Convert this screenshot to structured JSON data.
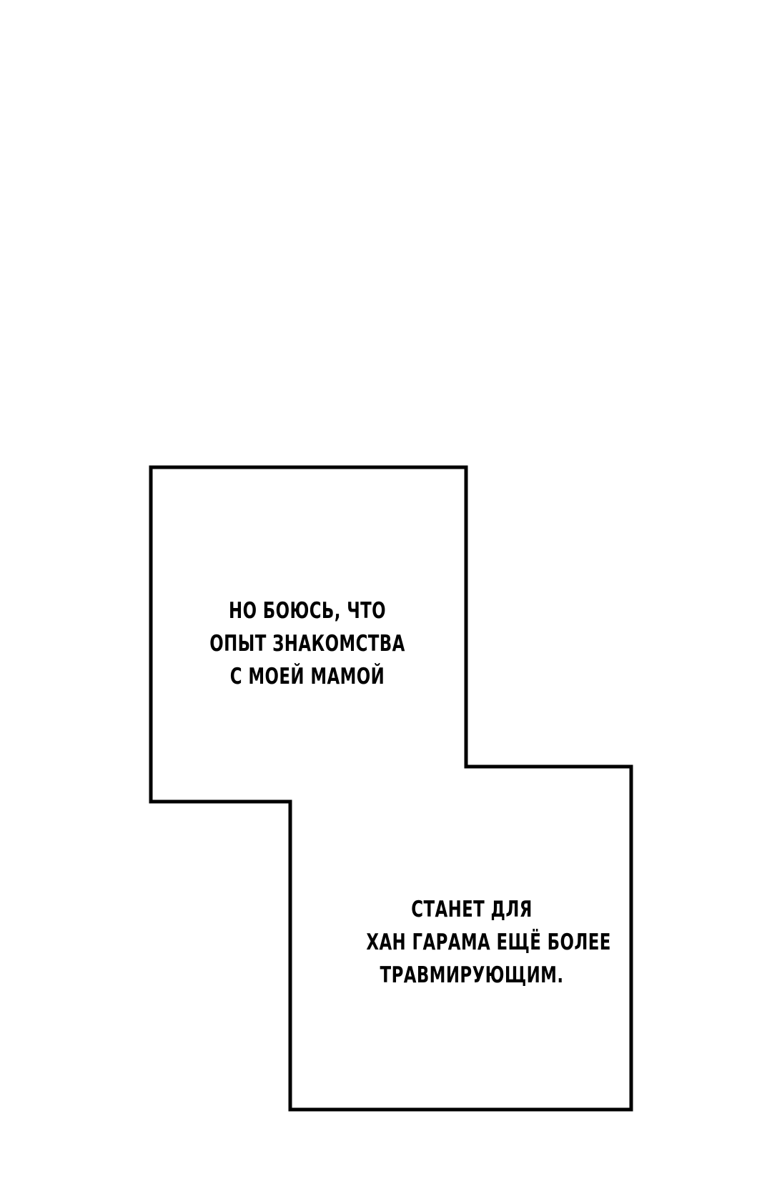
{
  "colors": {
    "background": "#ffffff",
    "ink": "#000000"
  },
  "panel": {
    "caption_1": {
      "lines": [
        "НО БОЮСЬ, ЧТО",
        "ОПЫТ ЗНАКОМСТВА",
        "С МОЕЙ МАМОЙ"
      ]
    },
    "caption_2": {
      "lines": [
        "СТАНЕТ ДЛЯ",
        "ХАН ГАРАМА ЕЩЁ БОЛЕЕ",
        "ТРАВМИРУЮЩИМ."
      ]
    }
  }
}
